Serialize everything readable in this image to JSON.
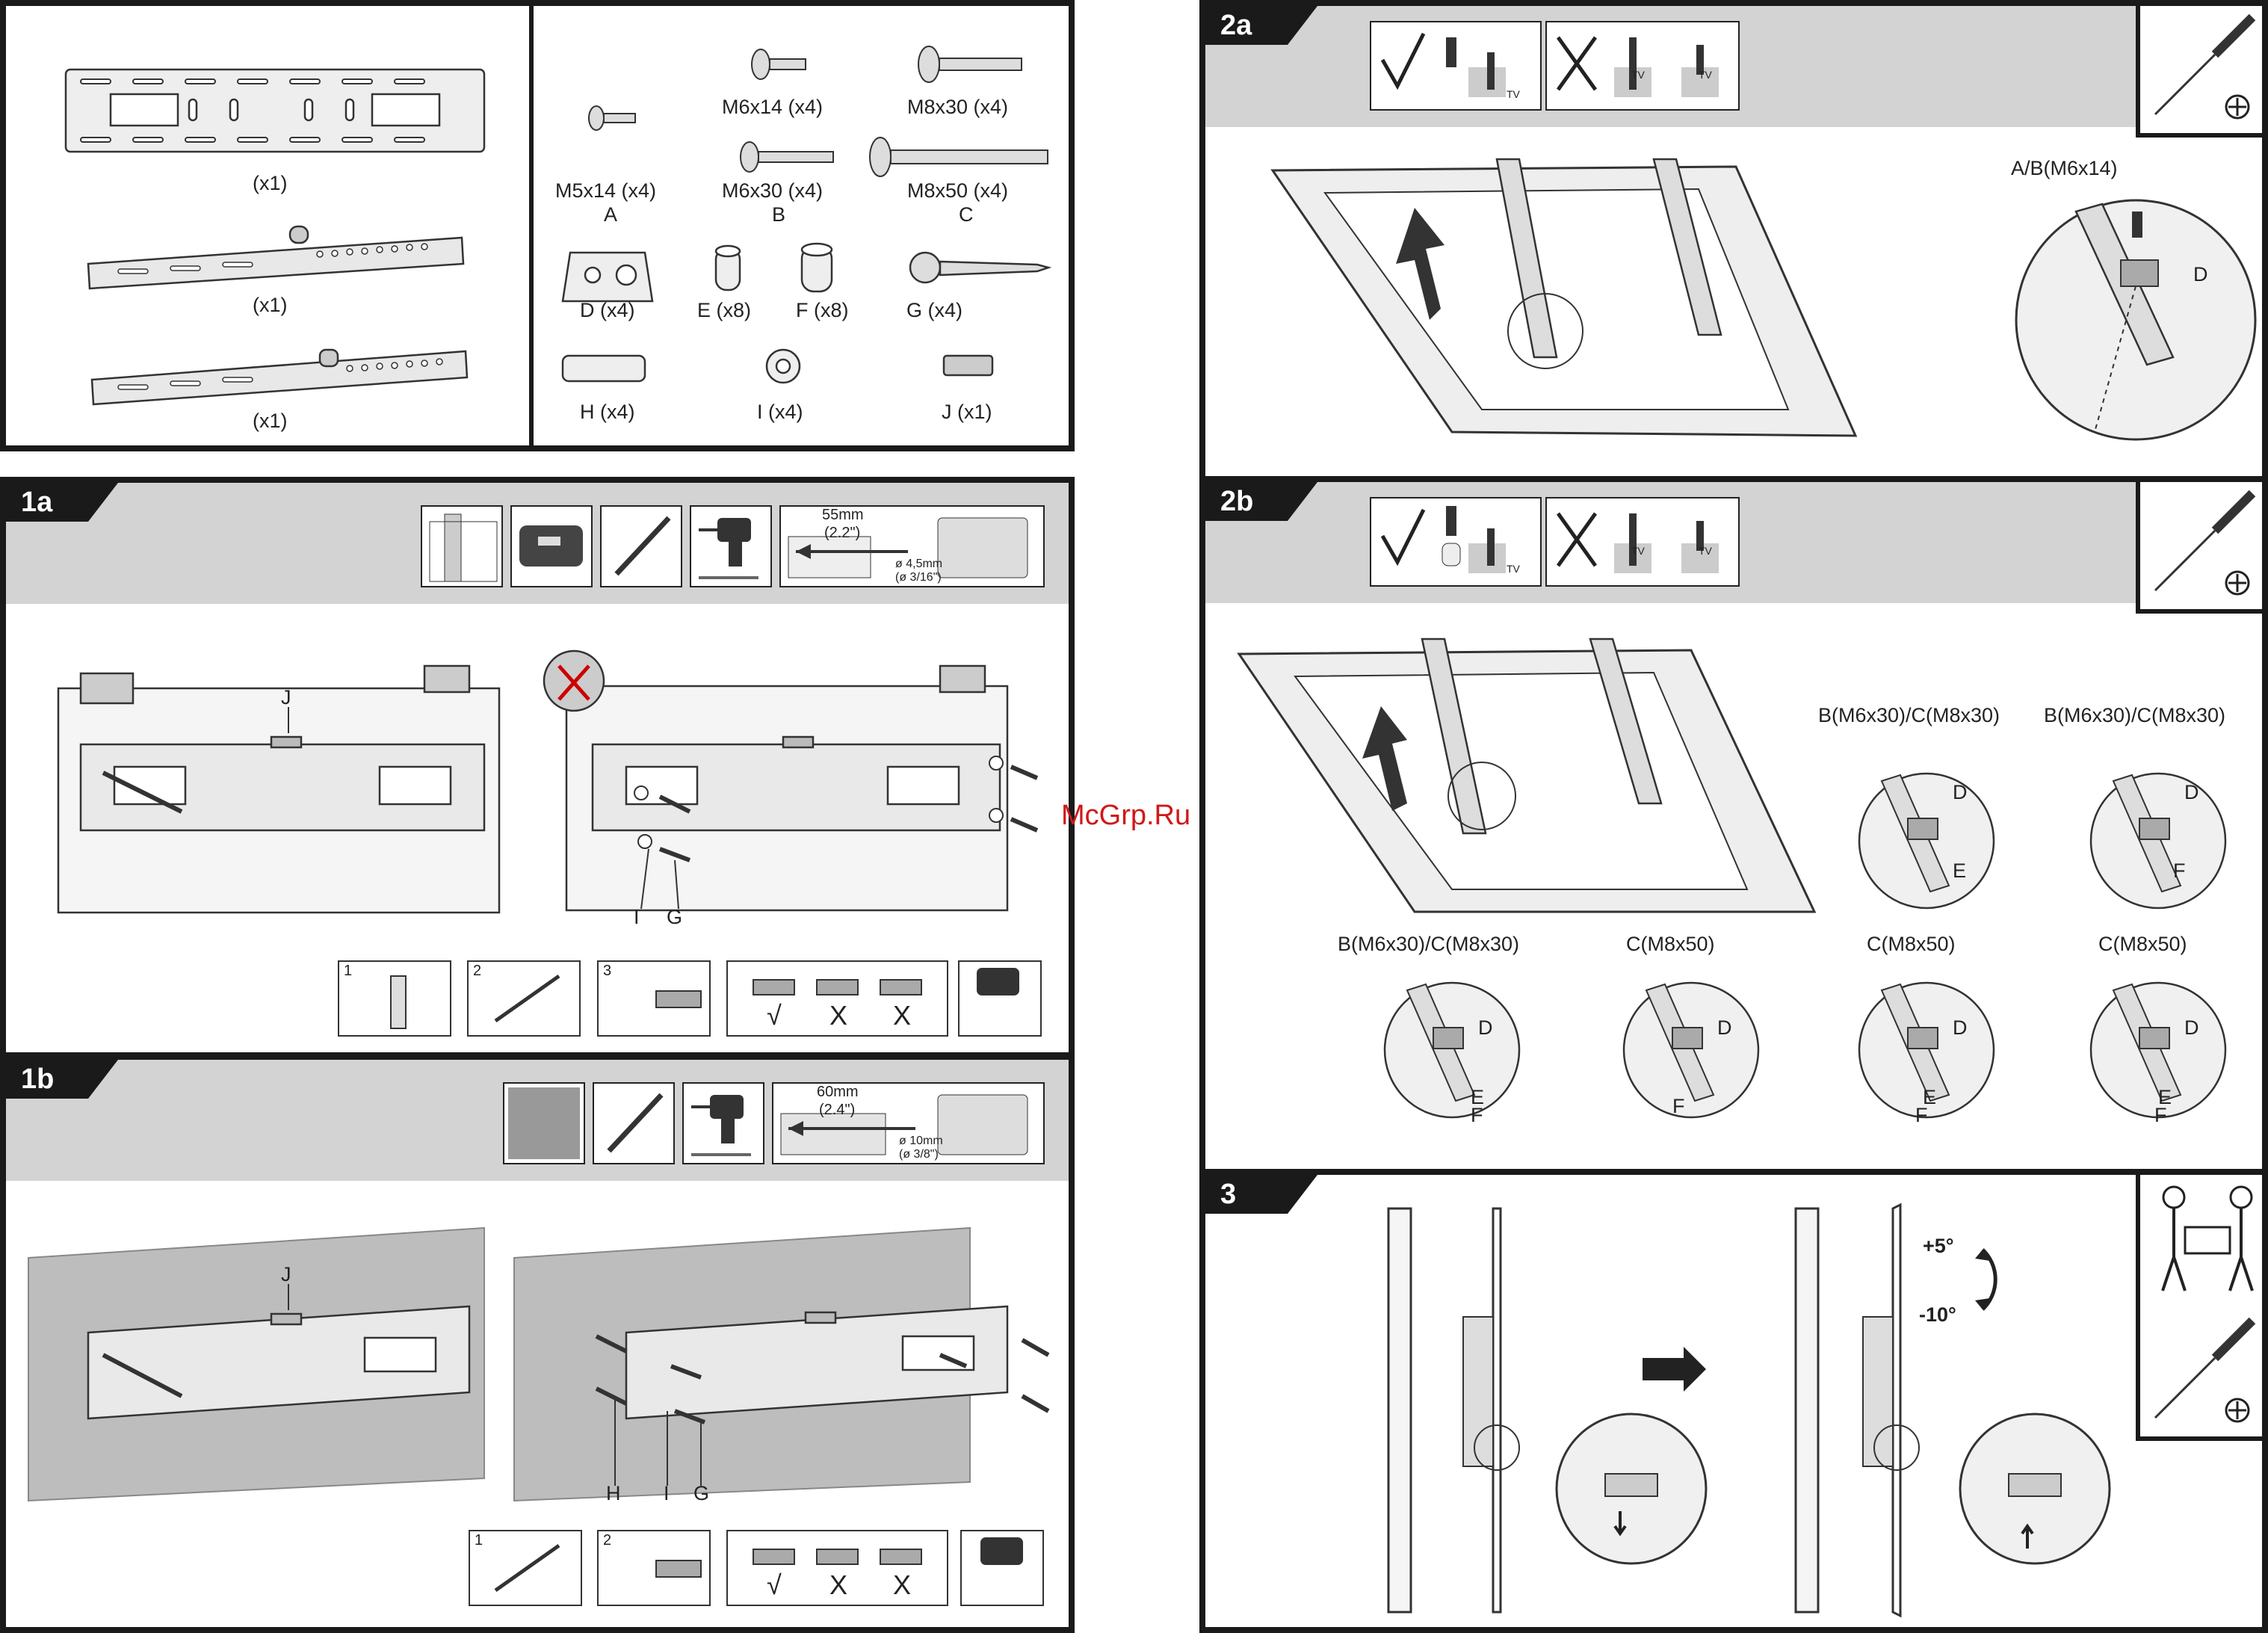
{
  "watermark": "McGrp.Ru",
  "parts": {
    "qty1": "(x1)",
    "qty2": "(x1)",
    "qty3": "(x1)",
    "m6x14": "M6x14 (x4)",
    "m8x30": "M8x30 (x4)",
    "m5x14": "M5x14 (x4)",
    "letterA": "A",
    "m6x30": "M6x30 (x4)",
    "letterB": "B",
    "m8x50": "M8x50 (x4)",
    "letterC": "C",
    "d": "D (x4)",
    "e": "E (x8)",
    "f": "F (x8)",
    "g": "G (x4)",
    "h": "H (x4)",
    "i": "I (x4)",
    "j": "J (x1)"
  },
  "step1a": {
    "tag": "1a",
    "drill_depth": "55mm",
    "drill_depth_in": "(2.2\")",
    "drill_dia": "ø 4,5mm",
    "drill_dia_in": "(ø 3/16\")",
    "label_j": "J",
    "label_i": "I",
    "label_g": "G",
    "sub1": "1",
    "sub2": "2",
    "sub3": "3",
    "check": "√",
    "x1": "X",
    "x2": "X"
  },
  "step1b": {
    "tag": "1b",
    "drill_depth": "60mm",
    "drill_depth_in": "(2.4\")",
    "drill_dia": "ø 10mm",
    "drill_dia_in": "(ø 3/8\")",
    "label_j": "J",
    "label_h": "H",
    "label_i": "I",
    "label_g": "G",
    "sub1": "1",
    "sub2": "2",
    "check": "√",
    "x1": "X",
    "x2": "X"
  },
  "step2a": {
    "tag": "2a",
    "tv1": "TV",
    "tv2": "TV",
    "tv3": "TV",
    "detail_label": "A/B(M6x14)",
    "label_d": "D"
  },
  "step2b": {
    "tag": "2b",
    "tv1": "TV",
    "tv2": "TV",
    "tv3": "TV",
    "details": [
      {
        "title": "B(M6x30)/C(M8x30)",
        "d": "D",
        "e": "E",
        "f": ""
      },
      {
        "title": "B(M6x30)/C(M8x30)",
        "d": "D",
        "e": "",
        "f": "F"
      },
      {
        "title": "B(M6x30)/C(M8x30)",
        "d": "D",
        "e": "E",
        "f": "F"
      },
      {
        "title": "C(M8x50)",
        "d": "D",
        "e": "",
        "f": "F"
      },
      {
        "title": "C(M8x50)",
        "d": "D",
        "e": "E",
        "f": "F"
      },
      {
        "title": "C(M8x50)",
        "d": "D",
        "e": "E",
        "f": "F"
      }
    ]
  },
  "step3": {
    "tag": "3",
    "tilt_up": "+5°",
    "tilt_down": "-10°"
  }
}
